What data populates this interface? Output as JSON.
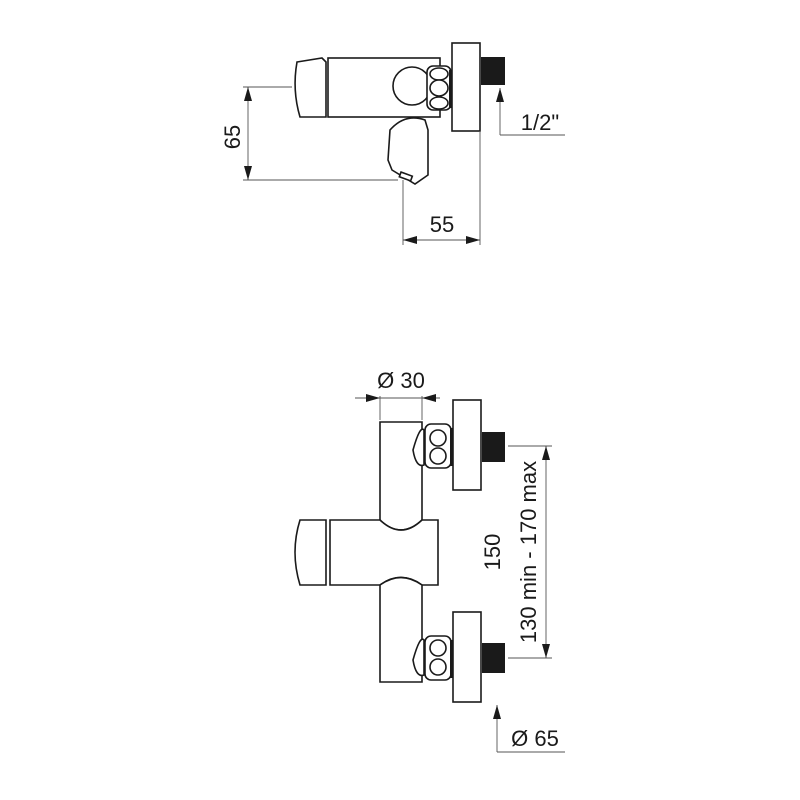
{
  "diagram": {
    "type": "technical-drawing",
    "subject": "wall-mounted mixer valve",
    "views": [
      {
        "name": "side-view",
        "dimensions": {
          "height_label": "65",
          "depth_label": "55",
          "thread_label": "1/2\""
        }
      },
      {
        "name": "front-view",
        "dimensions": {
          "body_diameter_label": "Ø 30",
          "center_distance_label": "150",
          "adjust_range_label": "130 min - 170 max",
          "flange_diameter_label": "Ø 65"
        }
      }
    ],
    "colors": {
      "line": "#1a1a1a",
      "background": "#ffffff"
    }
  }
}
